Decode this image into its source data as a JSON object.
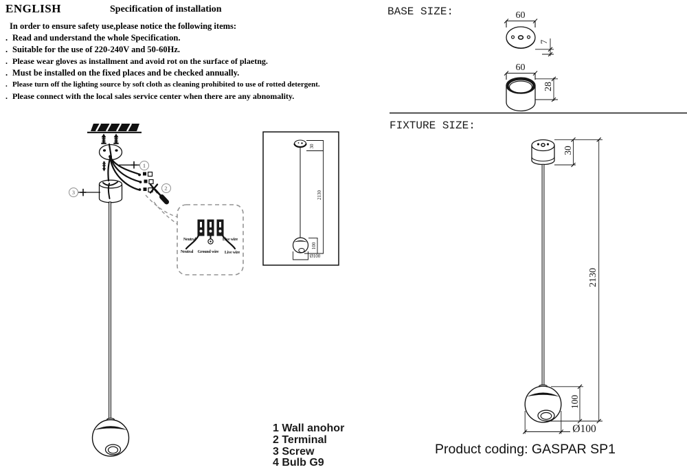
{
  "spec": {
    "language": "ENGLISH",
    "title": "Specification of installation",
    "intro": "In order to ensure safety use,please notice the following items:",
    "bullet_char": ".",
    "bullets": [
      "Read and understand the whole Specification.",
      "Suitable for the use of 220-240V and 50-60Hz.",
      "Please wear gloves as installment and avoid rot on the surface of plaetng.",
      "Must be installed on the fixed places and be checked annually.",
      "Please turn off the lighting source by soft cloth as cleaning prohibited to use of rotted detergent.",
      "Please connect with the local sales service center when there are any abnomality."
    ]
  },
  "diagram": {
    "callout_1": "1",
    "callout_2": "2",
    "callout_3": "3",
    "terminal_detail": {
      "neutral_top": "Neutral",
      "live_top": "Live wire",
      "neutral_bottom": "Neutral",
      "ground_bottom": "Ground wire",
      "live_bottom": "Live wire"
    }
  },
  "parts": {
    "items": [
      "1 Wall anohor",
      "2 Terminal",
      "3 Screw",
      "4 Bulb G9"
    ]
  },
  "base_size": {
    "heading": "BASE SIZE:",
    "top_width": "60",
    "top_thickness": "7",
    "side_width": "60",
    "side_height": "28"
  },
  "fixture_size": {
    "heading": "FIXTURE SIZE:",
    "canopy_height": "30",
    "overall_length": "2130",
    "sphere_height": "100",
    "sphere_diameter": "Ø100"
  },
  "footer": {
    "product_coding": "Product coding: GASPAR SP1"
  },
  "colors": {
    "line": "#1a1a1a",
    "callout_gray": "#8f8f8f",
    "dashed_gray": "#949494"
  }
}
